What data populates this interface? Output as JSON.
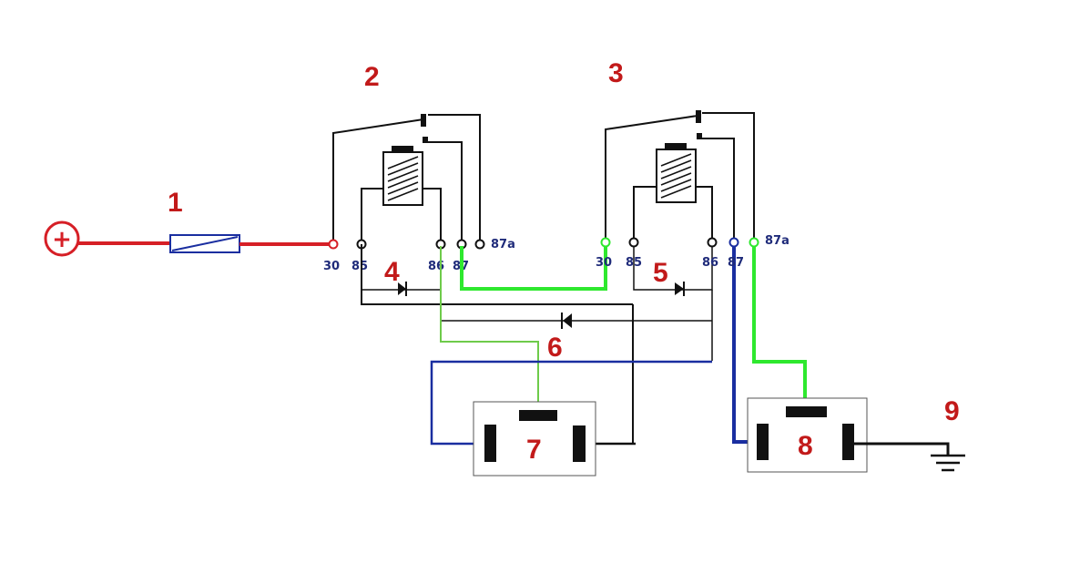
{
  "source": {
    "symbol": "+"
  },
  "callouts": [
    "1",
    "2",
    "3",
    "4",
    "5",
    "6",
    "7",
    "8",
    "9"
  ],
  "relay_left": {
    "pins": {
      "p30": "30",
      "p85": "85",
      "p86": "86",
      "p87": "87",
      "p87a": "87a"
    }
  },
  "relay_right": {
    "pins": {
      "p30": "30",
      "p85": "85",
      "p86": "86",
      "p87": "87",
      "p87a": "87a"
    }
  },
  "colors": {
    "power": "#d61f26",
    "callout": "#c21a1a",
    "wire": "#111111",
    "green": "#2ee82e",
    "light_green": "#6ecb4a",
    "blue": "#1a2ea0",
    "pin_label": "#1f2b7a",
    "fuse": "#1a2ea0"
  }
}
